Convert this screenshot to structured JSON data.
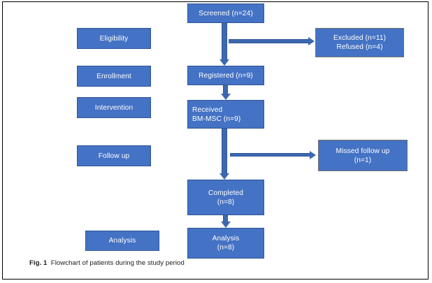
{
  "figure": {
    "caption_label": "Fig. 1",
    "caption_text": "Flowchart of patients during the study period",
    "colors": {
      "box_fill": "#4472C4",
      "box_border": "#2F5597",
      "arrow": "#3C68B0",
      "text": "#FFFFFF",
      "frame": "#000000",
      "background": "#FFFFFF"
    }
  },
  "stages": [
    {
      "label": "Eligibility"
    },
    {
      "label": "Enrollment"
    },
    {
      "label": "Intervention"
    },
    {
      "label": "Follow up"
    },
    {
      "label": "Analysis"
    }
  ],
  "flow": [
    {
      "name": "screened",
      "lines": [
        "Screened (n=24)"
      ]
    },
    {
      "name": "registered",
      "lines": [
        "Registered (n=9)"
      ]
    },
    {
      "name": "received",
      "lines": [
        "Received",
        "BM-MSC (n=9)"
      ]
    },
    {
      "name": "completed",
      "lines": [
        "Completed",
        "(n=8)"
      ]
    },
    {
      "name": "analysis",
      "lines": [
        "Analysis",
        "(n=8)"
      ]
    }
  ],
  "exclusions": [
    {
      "name": "excluded-refused",
      "lines": [
        "Excluded (n=11)",
        "Refused (n=4)"
      ]
    },
    {
      "name": "missed-follow-up",
      "lines": [
        "Missed follow up",
        "(n=1)"
      ]
    }
  ],
  "chart_data": {
    "type": "diagram",
    "title": "Flowchart of patients during the study period",
    "nodes": [
      {
        "id": "screened",
        "stage": "Eligibility",
        "label": "Screened (n=24)",
        "n": 24
      },
      {
        "id": "excluded",
        "stage": "Eligibility",
        "label": "Excluded (n=11) Refused (n=4)",
        "n_excluded": 11,
        "n_refused": 4
      },
      {
        "id": "registered",
        "stage": "Enrollment",
        "label": "Registered (n=9)",
        "n": 9
      },
      {
        "id": "received",
        "stage": "Intervention",
        "label": "Received BM-MSC (n=9)",
        "n": 9
      },
      {
        "id": "missed",
        "stage": "Follow up",
        "label": "Missed follow up (n=1)",
        "n": 1
      },
      {
        "id": "completed",
        "stage": "Follow up",
        "label": "Completed (n=8)",
        "n": 8
      },
      {
        "id": "analysis",
        "stage": "Analysis",
        "label": "Analysis (n=8)",
        "n": 8
      }
    ],
    "edges": [
      {
        "from": "screened",
        "to": "registered",
        "direction": "down"
      },
      {
        "from": "screened",
        "to": "excluded",
        "direction": "right"
      },
      {
        "from": "registered",
        "to": "received",
        "direction": "down"
      },
      {
        "from": "received",
        "to": "completed",
        "direction": "down"
      },
      {
        "from": "received",
        "to": "missed",
        "direction": "right"
      },
      {
        "from": "completed",
        "to": "analysis",
        "direction": "down"
      }
    ]
  }
}
